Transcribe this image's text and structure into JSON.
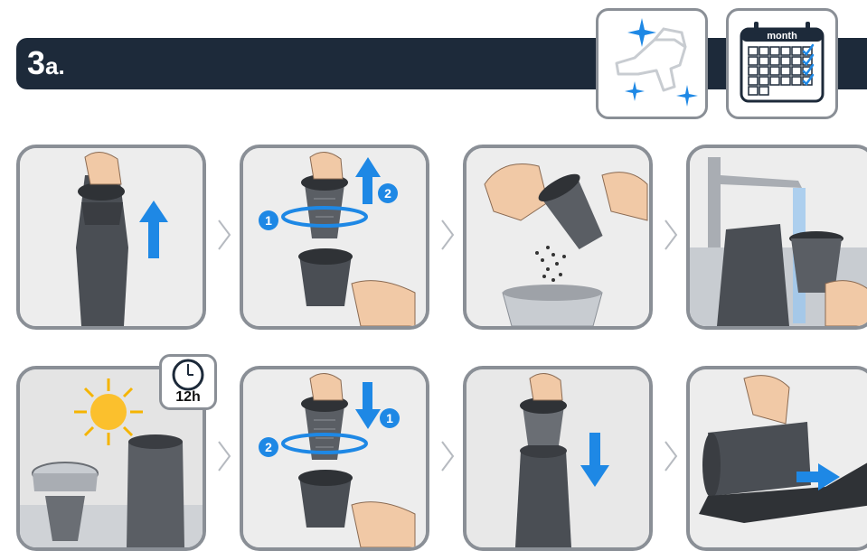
{
  "step": {
    "number": "3",
    "suffix": "a."
  },
  "schedule_badge": {
    "label": "month"
  },
  "timer_badge": {
    "label": "12h"
  },
  "panels_row1": [
    {
      "step_markers": []
    },
    {
      "step_markers": [
        "1",
        "2"
      ]
    },
    {
      "step_markers": []
    },
    {
      "step_markers": []
    }
  ],
  "panels_row2": [
    {
      "step_markers": []
    },
    {
      "step_markers": [
        "1",
        "2"
      ]
    },
    {
      "step_markers": []
    },
    {
      "step_markers": []
    }
  ],
  "colors": {
    "header": "#1d2a3a",
    "accent_blue": "#1e88e5",
    "frame_gray": "#8a8f96",
    "device_dark": "#4a4e54"
  }
}
